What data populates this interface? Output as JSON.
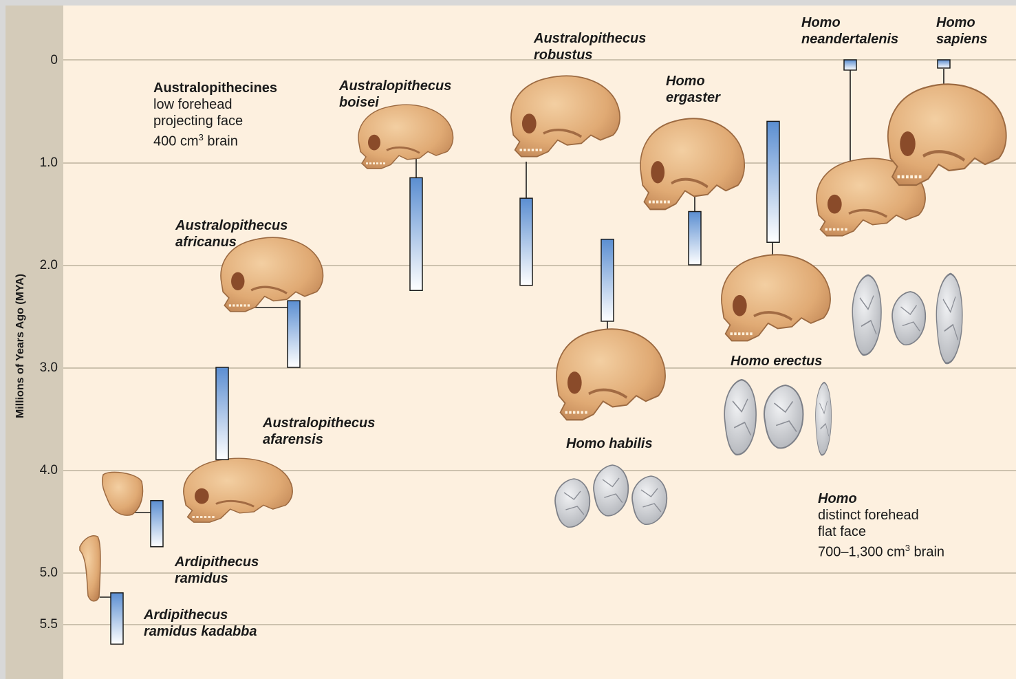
{
  "axis": {
    "title": "Millions of Years Ago (MYA)",
    "ticks": [
      "0",
      "1.0",
      "2.0",
      "3.0",
      "4.0",
      "5.0",
      "5.5"
    ]
  },
  "species": [
    {
      "name": "Ardipithecus ramidus kadabba",
      "line1": "Ardipithecus",
      "line2": "ramidus kadabba",
      "range_mya": [
        5.2,
        5.7
      ]
    },
    {
      "name": "Ardipithecus ramidus",
      "line1": "Ardipithecus",
      "line2": "ramidus",
      "range_mya": [
        4.3,
        4.75
      ]
    },
    {
      "name": "Australopithecus afarensis",
      "line1": "Australopithecus",
      "line2": "afarensis",
      "range_mya": [
        3.0,
        3.9
      ]
    },
    {
      "name": "Australopithecus africanus",
      "line1": "Australopithecus",
      "line2": "africanus",
      "range_mya": [
        2.35,
        3.0
      ]
    },
    {
      "name": "Australopithecus boisei",
      "line1": "Australopithecus",
      "line2": "boisei",
      "range_mya": [
        1.15,
        2.25
      ]
    },
    {
      "name": "Australopithecus robustus",
      "line1": "Australopithecus",
      "line2": "robustus",
      "range_mya": [
        1.35,
        2.2
      ]
    },
    {
      "name": "Homo habilis",
      "line1": "Homo habilis",
      "line2": "",
      "range_mya": [
        1.75,
        2.55
      ]
    },
    {
      "name": "Homo ergaster",
      "line1": "Homo",
      "line2": "ergaster",
      "range_mya": [
        1.48,
        2.0
      ]
    },
    {
      "name": "Homo erectus",
      "line1": "Homo erectus",
      "line2": "",
      "range_mya": [
        0.6,
        1.78
      ]
    },
    {
      "name": "Homo neandertalenis",
      "line1": "Homo",
      "line2": "neandertalenis",
      "range_mya": [
        0.0,
        0.1
      ]
    },
    {
      "name": "Homo sapiens",
      "line1": "Homo",
      "line2": "sapiens",
      "range_mya": [
        0.0,
        0.08
      ]
    }
  ],
  "groups": {
    "australopithecines": {
      "title": "Australopithecines",
      "line1": "low forehead",
      "line2": "projecting face",
      "line3_prefix": "400 cm",
      "line3_sup": "3",
      "line3_suffix": " brain"
    },
    "homo": {
      "title": "Homo",
      "line1": "distinct forehead",
      "line2": "flat face",
      "line3_prefix": "700–1,300 cm",
      "line3_sup": "3",
      "line3_suffix": " brain"
    }
  },
  "colors": {
    "bar_top": "#5b8ed1",
    "bar_bottom": "#ffffff",
    "skull": "#e3b27f",
    "skull_shadow": "#b97d4e",
    "tool": "#c6c8cc",
    "background": "#fdf0df",
    "axis_panel": "#d4cbb9"
  }
}
